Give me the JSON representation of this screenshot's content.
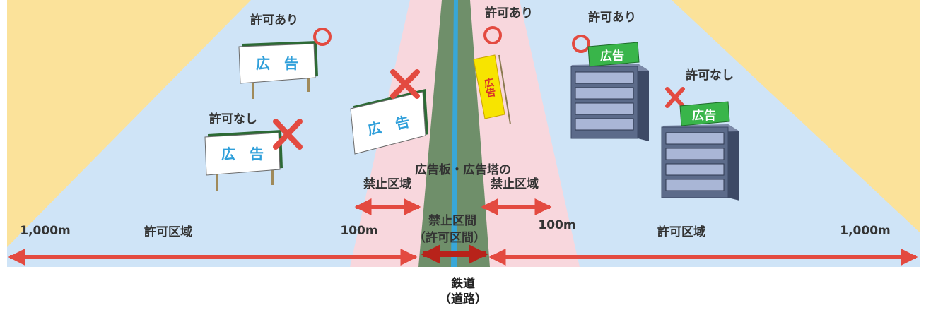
{
  "labels": {
    "permitted": "許可あり",
    "not_permitted": "許可なし",
    "ad_text": "広　告",
    "ad_text_short": "広告",
    "ad_vertical": "広告",
    "prohibited_title": "広告板・広告塔の",
    "prohibited_zone": "禁止区域",
    "prohibited_section": "禁止区間",
    "permit_section": "（許可区間）",
    "permit_zone": "許可区域",
    "dist_1000": "1,000m",
    "dist_100": "100m",
    "railway": "鉄道",
    "road": "（道路）"
  },
  "colors": {
    "outer": "#fbe29a",
    "permit_zone": "#cfe4f7",
    "prohibited_zone": "#f8d7dd",
    "track": "#6f8f6a",
    "rail_line": "#38a7d8",
    "arrow": "#e34a40",
    "dark_arrow": "#b8231a",
    "billboard_text": "#2f9fda",
    "building": "#5c6b8a",
    "sign_green": "#39b54a",
    "sign_yellow": "#f7e400"
  }
}
